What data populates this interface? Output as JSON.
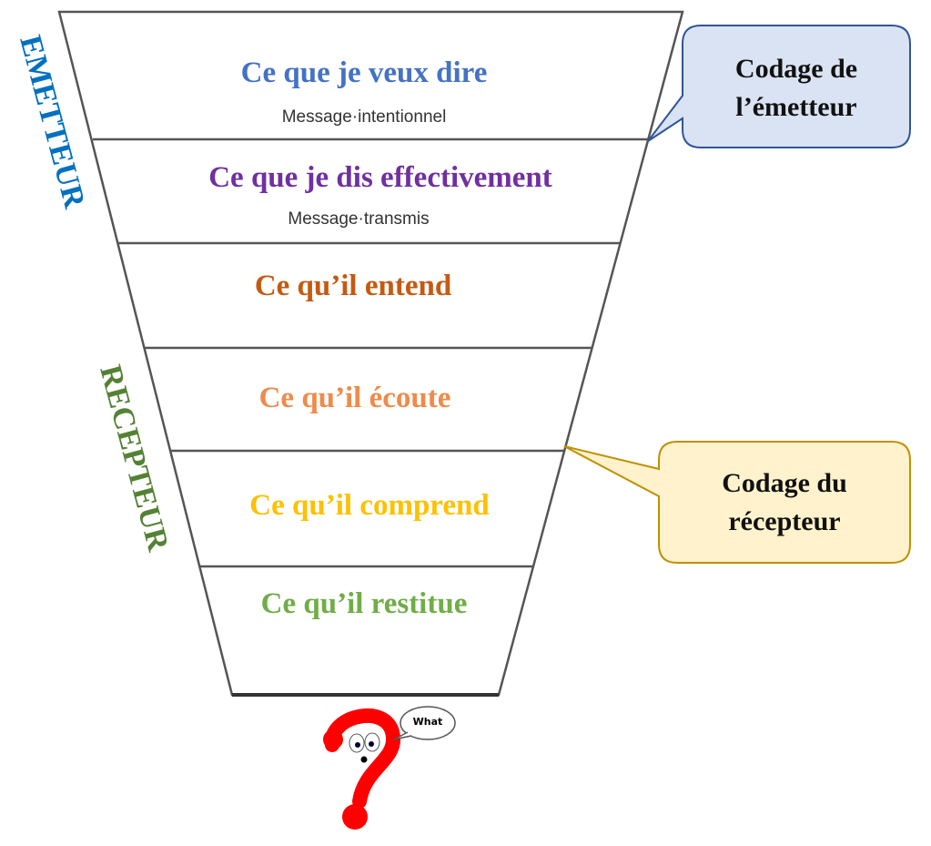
{
  "levels": [
    {
      "label": "Ce que je veux dire",
      "sub": "Message·intentionnel",
      "color": "#4472c4"
    },
    {
      "label": "Ce que je dis effectivement",
      "sub": "Message·transmis",
      "color": "#7030a0"
    },
    {
      "label": "Ce qu’il entend",
      "color": "#c55a11"
    },
    {
      "label": "Ce qu’il écoute",
      "color": "#f08a4b"
    },
    {
      "label": "Ce qu’il comprend",
      "color": "#ffc000"
    },
    {
      "label": "Ce qu’il restitue",
      "color": "#70ad47"
    }
  ],
  "sides": {
    "emetteur": "EMETTEUR",
    "recepteur": "RECEPTEUR"
  },
  "callouts": {
    "emetteur": {
      "line1": "Codage de",
      "line2": "l’émetteur"
    },
    "recepteur": {
      "line1": "Codage du",
      "line2": "récepteur"
    }
  },
  "bubble": "What"
}
